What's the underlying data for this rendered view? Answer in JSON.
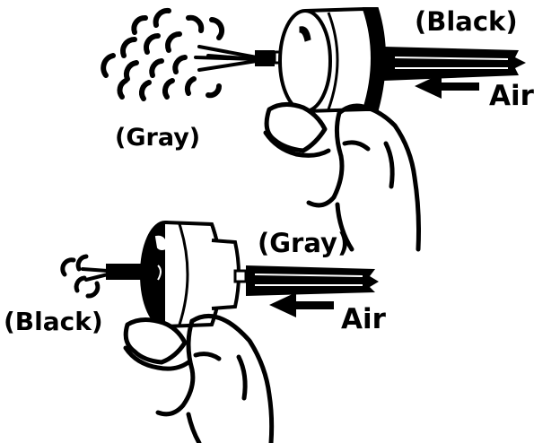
{
  "top": {
    "outlet_label": "(Black)",
    "air_label": "Air",
    "exhaust_label": "(Gray)"
  },
  "bottom": {
    "outlet_label": "(Gray)",
    "air_label": "Air",
    "exhaust_label": "(Black)"
  },
  "colors": {
    "ink": "#000000",
    "paper": "#ffffff"
  }
}
